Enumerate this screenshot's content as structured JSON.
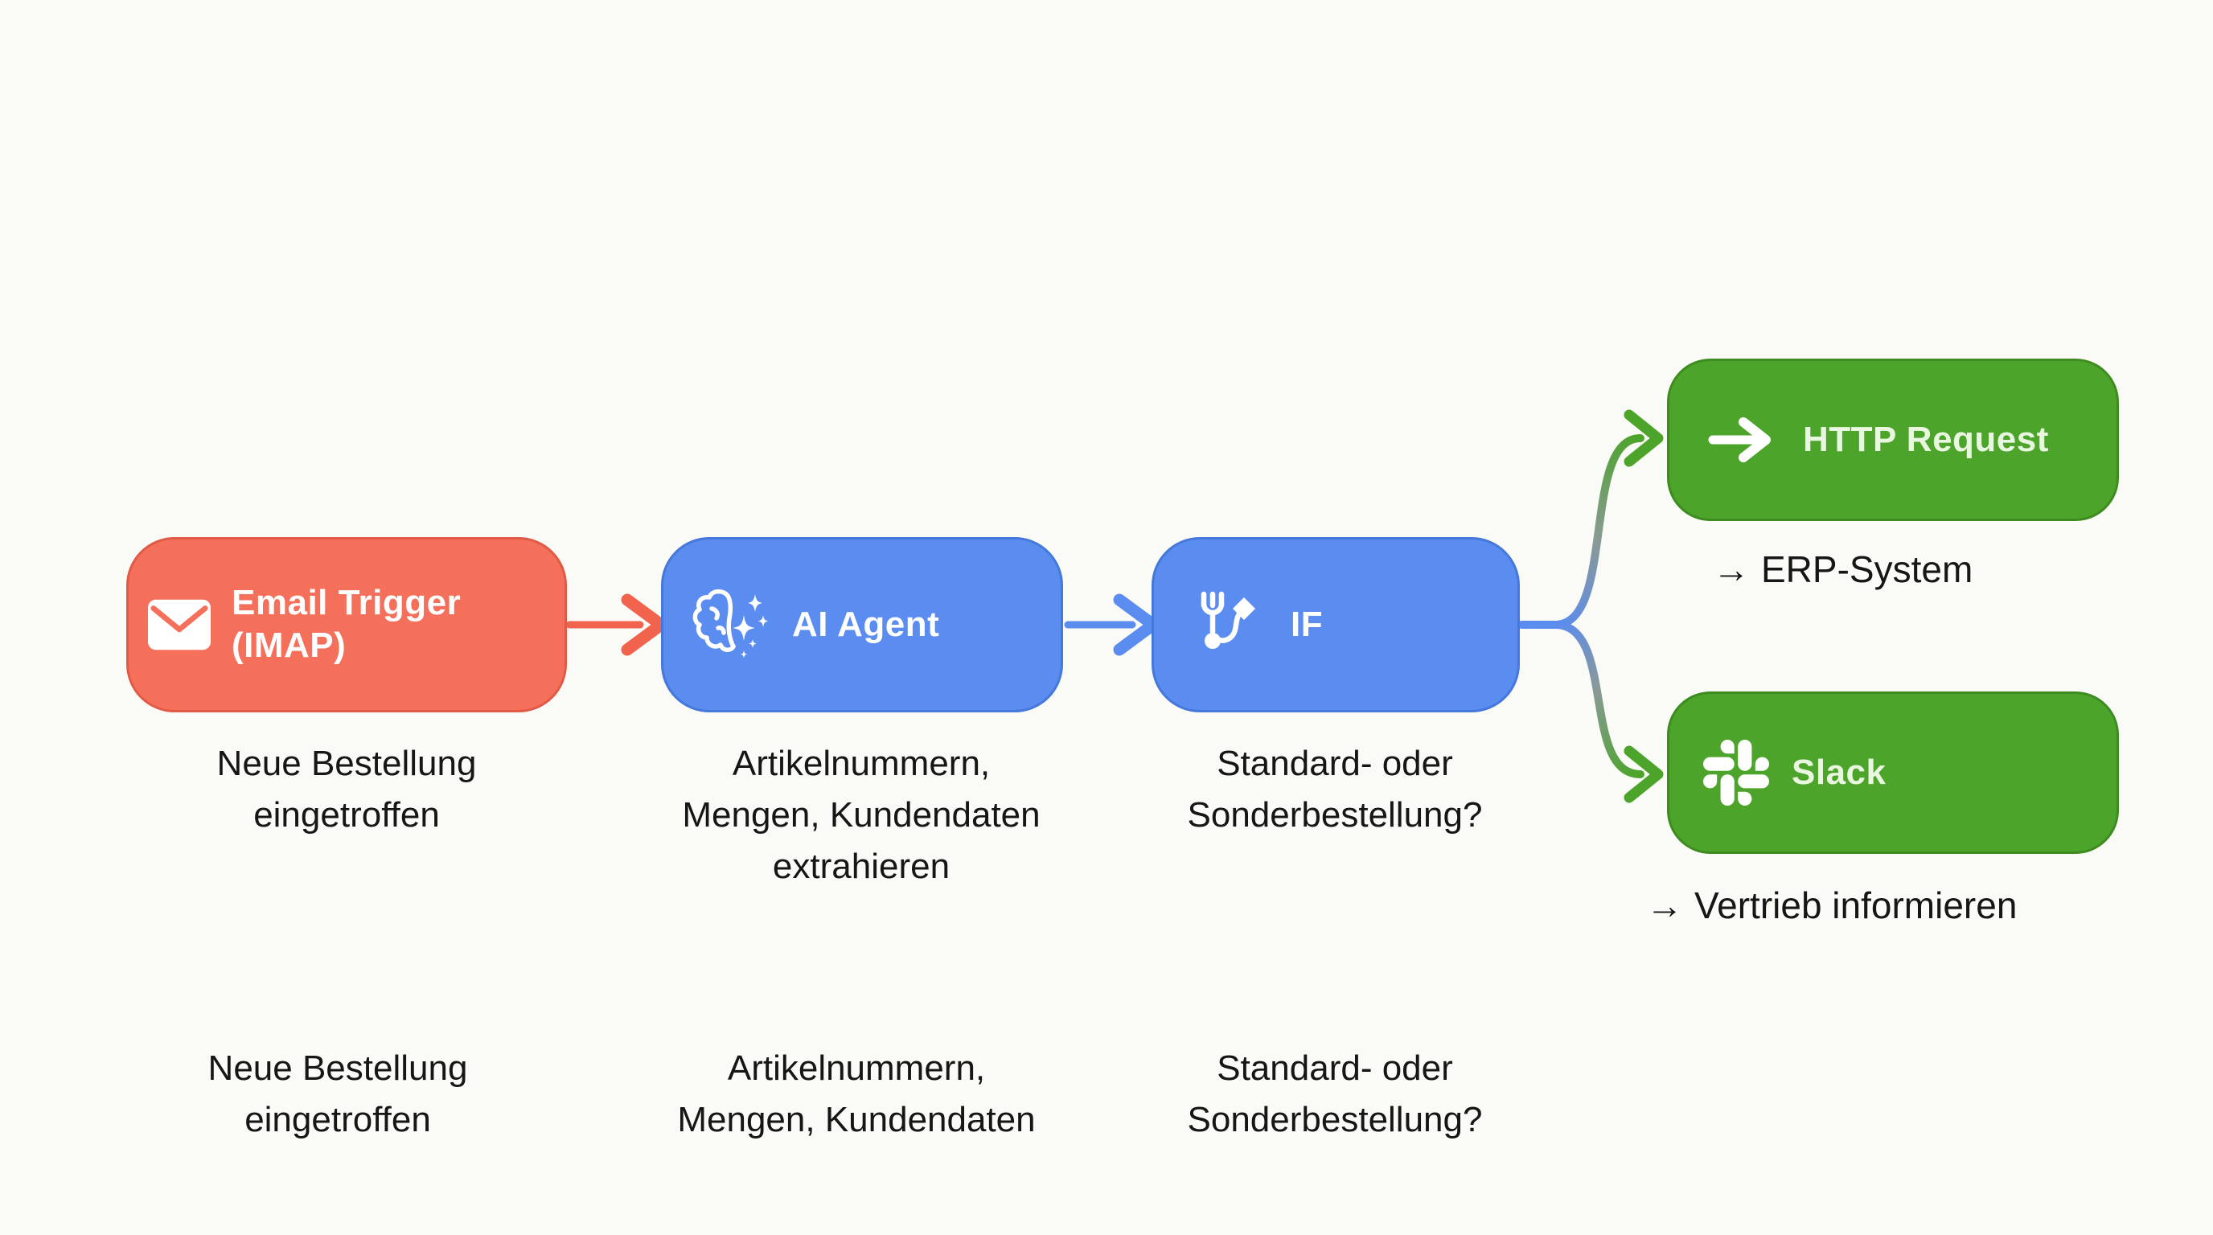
{
  "diagram": {
    "background_color": "#FAFAF6",
    "accent_colors": {
      "trigger": "#F4705A",
      "logic": "#5B8CEF",
      "action": "#4CA42B",
      "caption_text": "#161616"
    },
    "nodes": {
      "email_trigger": {
        "label": "Email Trigger (IMAP)",
        "icon": "envelope-icon",
        "color": "#F4705A",
        "caption_lines": [
          "Neue Bestellung",
          "eingetroffen"
        ]
      },
      "ai_agent": {
        "label": "AI Agent",
        "icon": "brain-sparkles-icon",
        "color": "#5B8CEF",
        "caption_lines": [
          "Artikelnummern,",
          "Mengen, Kundendaten",
          "extrahieren"
        ]
      },
      "if_node": {
        "label": "IF",
        "icon": "branch-fork-icon",
        "color": "#5B8CEF",
        "caption_lines": [
          "Standard- oder",
          "Sonderbestellung?"
        ]
      },
      "http_request": {
        "label": "HTTP Request",
        "icon": "arrow-right-icon",
        "color": "#4CA42B",
        "caption_arrow": "→",
        "caption_text": "ERP-System"
      },
      "slack": {
        "label": "Slack",
        "icon": "slack-icon",
        "color": "#4CA42B",
        "caption_arrow": "→",
        "caption_text": "Vertrieb informieren"
      }
    },
    "footer": {
      "col1_lines": [
        "Neue Bestellung",
        "eingetroffen"
      ],
      "col2_lines": [
        "Artikelnummern,",
        "Mengen, Kundendaten"
      ],
      "col3_lines": [
        "Standard- oder",
        "Sonderbestellung?"
      ]
    }
  }
}
